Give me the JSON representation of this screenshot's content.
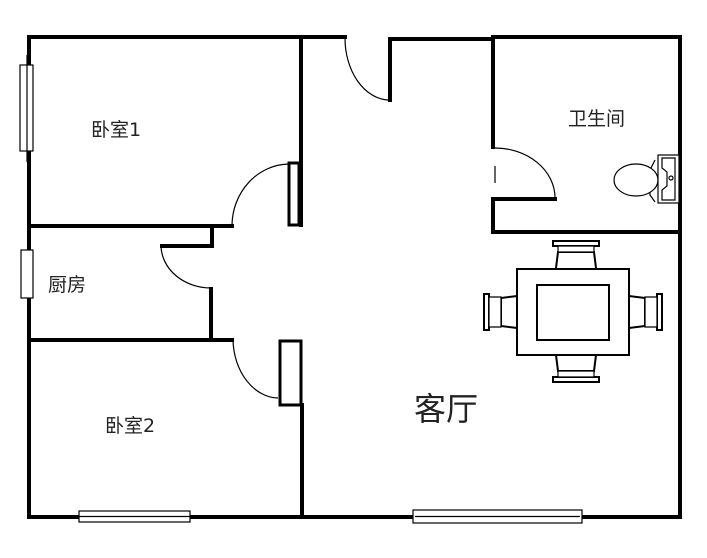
{
  "rooms": {
    "bedroom1": "卧室1",
    "kitchen": "厨房",
    "bedroom2": "卧室2",
    "living_room": "客厅",
    "bathroom": "卫生间"
  },
  "colors": {
    "wall": "#000000",
    "background": "#ffffff"
  }
}
